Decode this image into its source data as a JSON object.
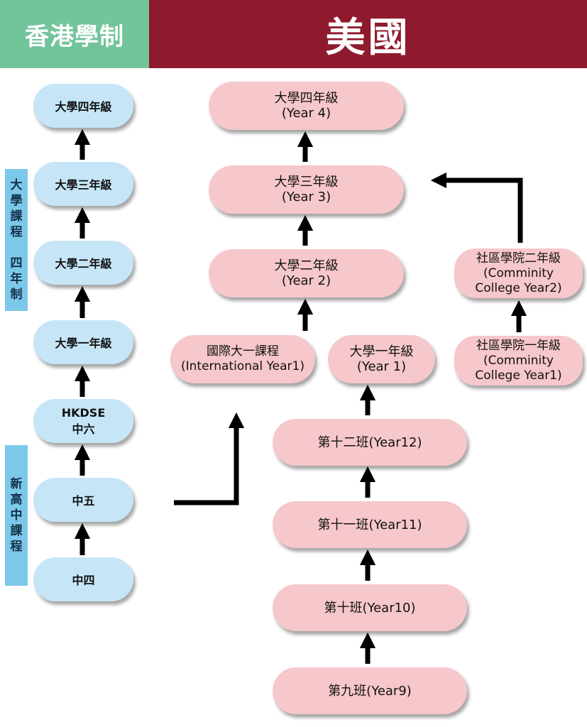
{
  "headers": {
    "hk_title": "香港學制",
    "us_title": "美國"
  },
  "side_labels": {
    "university": "大\n學\n課\n程\n\n四\n年\n制",
    "nss": "新\n高\n中\n課\n程"
  },
  "hk_boxes": {
    "y4": "大學四年級",
    "y3": "大學三年級",
    "y2": "大學二年級",
    "y1": "大學一年級",
    "s6": "HKDSE\n中六",
    "s5": "中五",
    "s4": "中四"
  },
  "us_boxes": {
    "y4": "大學四年級\n(Year 4)",
    "y3": "大學三年級\n(Year 3)",
    "y2": "大學二年級\n(Year 2)",
    "intl": "國際大一課程\n(International Year1)",
    "y1": "大學一年級\n(Year 1)",
    "g12": "第十二班(Year12)",
    "g11": "第十一班(Year11)",
    "g10": "第十班(Year10)",
    "g9": "第九班(Year9)",
    "cc2": "社區學院二年級\n(Comminity\nCollege Year2)",
    "cc1": "社區學院一年級\n(Comminity\nCollege Year1)"
  }
}
